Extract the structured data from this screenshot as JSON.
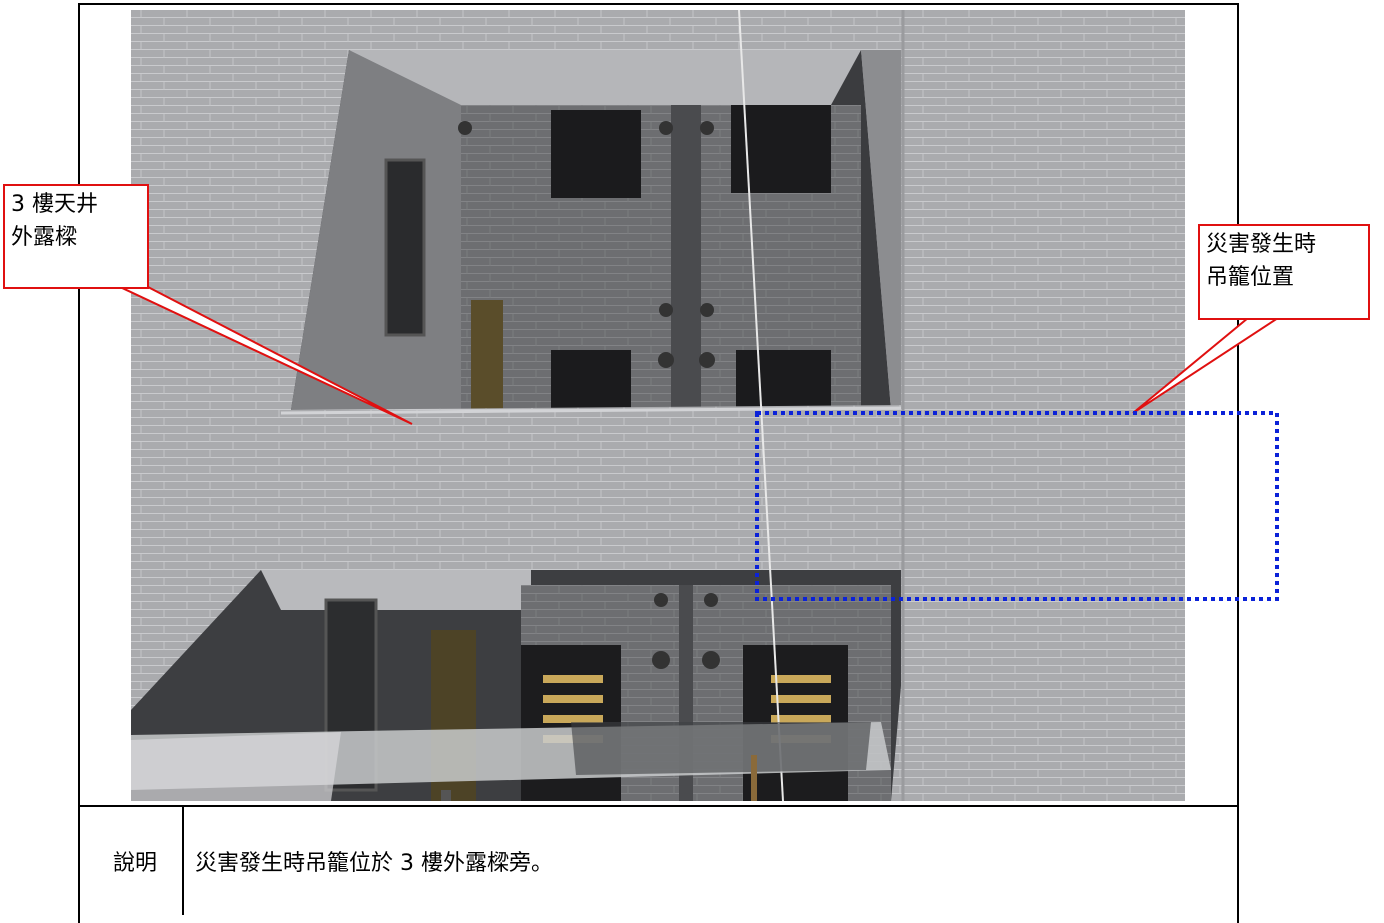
{
  "callouts": {
    "left": "3 樓天井\n外露樑",
    "right": "災害發生時\n吊籠位置"
  },
  "table": {
    "label": "說明",
    "caption": "災害發生時吊籠位於 3 樓外露樑旁。"
  },
  "colors": {
    "callout_border": "#e01010",
    "highlight_box": "#0b22d8",
    "wall": "#a9aaad"
  }
}
